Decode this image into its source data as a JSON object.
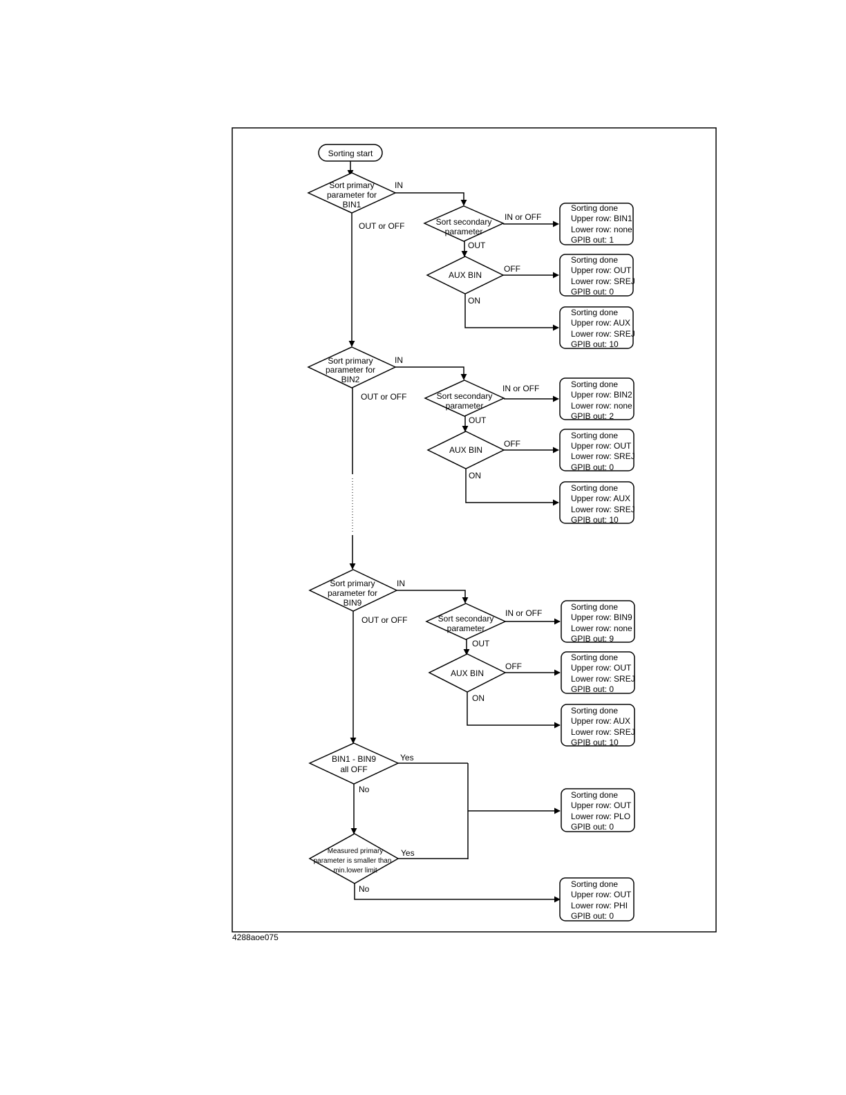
{
  "figure_id": "4288aoe075",
  "start": "Sorting start",
  "sections": [
    {
      "primary": [
        "Sort primary",
        "parameter for",
        "BIN1"
      ],
      "secondary": [
        "Sort secondary",
        "parameter"
      ],
      "aux": "AUX BIN",
      "results": [
        [
          "Sorting done",
          "Upper row: BIN1",
          "Lower row: none",
          "GPIB out:   1"
        ],
        [
          "Sorting done",
          "Upper row: OUT",
          "Lower row: SREJ",
          "GPIB out:   0"
        ],
        [
          "Sorting done",
          "Upper row: AUX",
          "Lower row: SREJ",
          "GPIB out:   10"
        ]
      ]
    },
    {
      "primary": [
        "Sort primary",
        "parameter for",
        "BIN2"
      ],
      "secondary": [
        "Sort secondary",
        "parameter"
      ],
      "aux": "AUX BIN",
      "results": [
        [
          "Sorting done",
          "Upper row: BIN2",
          "Lower row: none",
          "GPIB out:   2"
        ],
        [
          "Sorting done",
          "Upper row: OUT",
          "Lower row: SREJ",
          "GPIB out:   0"
        ],
        [
          "Sorting done",
          "Upper row: AUX",
          "Lower row: SREJ",
          "GPIB out:   10"
        ]
      ]
    },
    {
      "primary": [
        "Sort primary",
        "parameter for",
        "BIN9"
      ],
      "secondary": [
        "Sort secondary",
        "parameter"
      ],
      "aux": "AUX BIN",
      "results": [
        [
          "Sorting done",
          "Upper row: BIN9",
          "Lower row: none",
          "GPIB out:   9"
        ],
        [
          "Sorting done",
          "Upper row: OUT",
          "Lower row: SREJ",
          "GPIB out:   0"
        ],
        [
          "Sorting done",
          "Upper row: AUX",
          "Lower row: SREJ",
          "GPIB out:   10"
        ]
      ]
    }
  ],
  "all_off": [
    "BIN1 - BIN9",
    "all OFF"
  ],
  "min_check": [
    "Measured primary",
    "parameter is smaller than",
    "min.lower limit"
  ],
  "final_results": [
    [
      "Sorting done",
      "Upper row: OUT",
      "Lower row: PLO",
      "GPIB out:   0"
    ],
    [
      "Sorting done",
      "Upper row: OUT",
      "Lower row: PHI",
      "GPIB out:   0"
    ]
  ],
  "labels": {
    "in": "IN",
    "out_or_off": "OUT or OFF",
    "in_or_off": "IN or OFF",
    "out": "OUT",
    "off": "OFF",
    "on": "ON",
    "yes": "Yes",
    "no": "No"
  }
}
